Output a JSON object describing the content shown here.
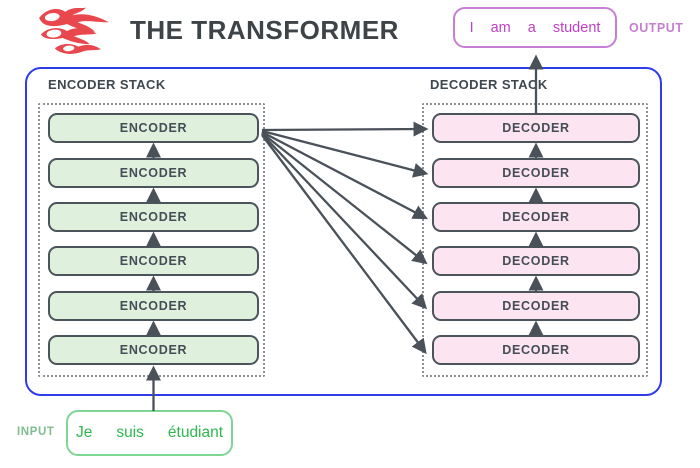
{
  "header": {
    "title": "THE TRANSFORMER"
  },
  "output": {
    "label": "OUTPUT",
    "tokens": [
      "I",
      "am",
      "a",
      "student"
    ]
  },
  "input": {
    "label": "INPUT",
    "tokens": [
      "Je",
      "suis",
      "étudiant"
    ]
  },
  "encoder_stack": {
    "label": "ENCODER STACK",
    "boxes": [
      "ENCODER",
      "ENCODER",
      "ENCODER",
      "ENCODER",
      "ENCODER",
      "ENCODER"
    ]
  },
  "decoder_stack": {
    "label": "DECODER STACK",
    "boxes": [
      "DECODER",
      "DECODER",
      "DECODER",
      "DECODER",
      "DECODER",
      "DECODER"
    ]
  },
  "colors": {
    "frame_blue": "#2e3cec",
    "encoder_fill": "#dff0dd",
    "decoder_fill": "#fce4f0",
    "box_border": "#4b535b",
    "arrow": "#4a5158",
    "output_accent": "#c77fd4",
    "output_text": "#c040c8",
    "input_accent": "#7ed694",
    "input_text": "#2eb94f",
    "logo_red": "#e8484d",
    "title_text": "#3d4347"
  }
}
